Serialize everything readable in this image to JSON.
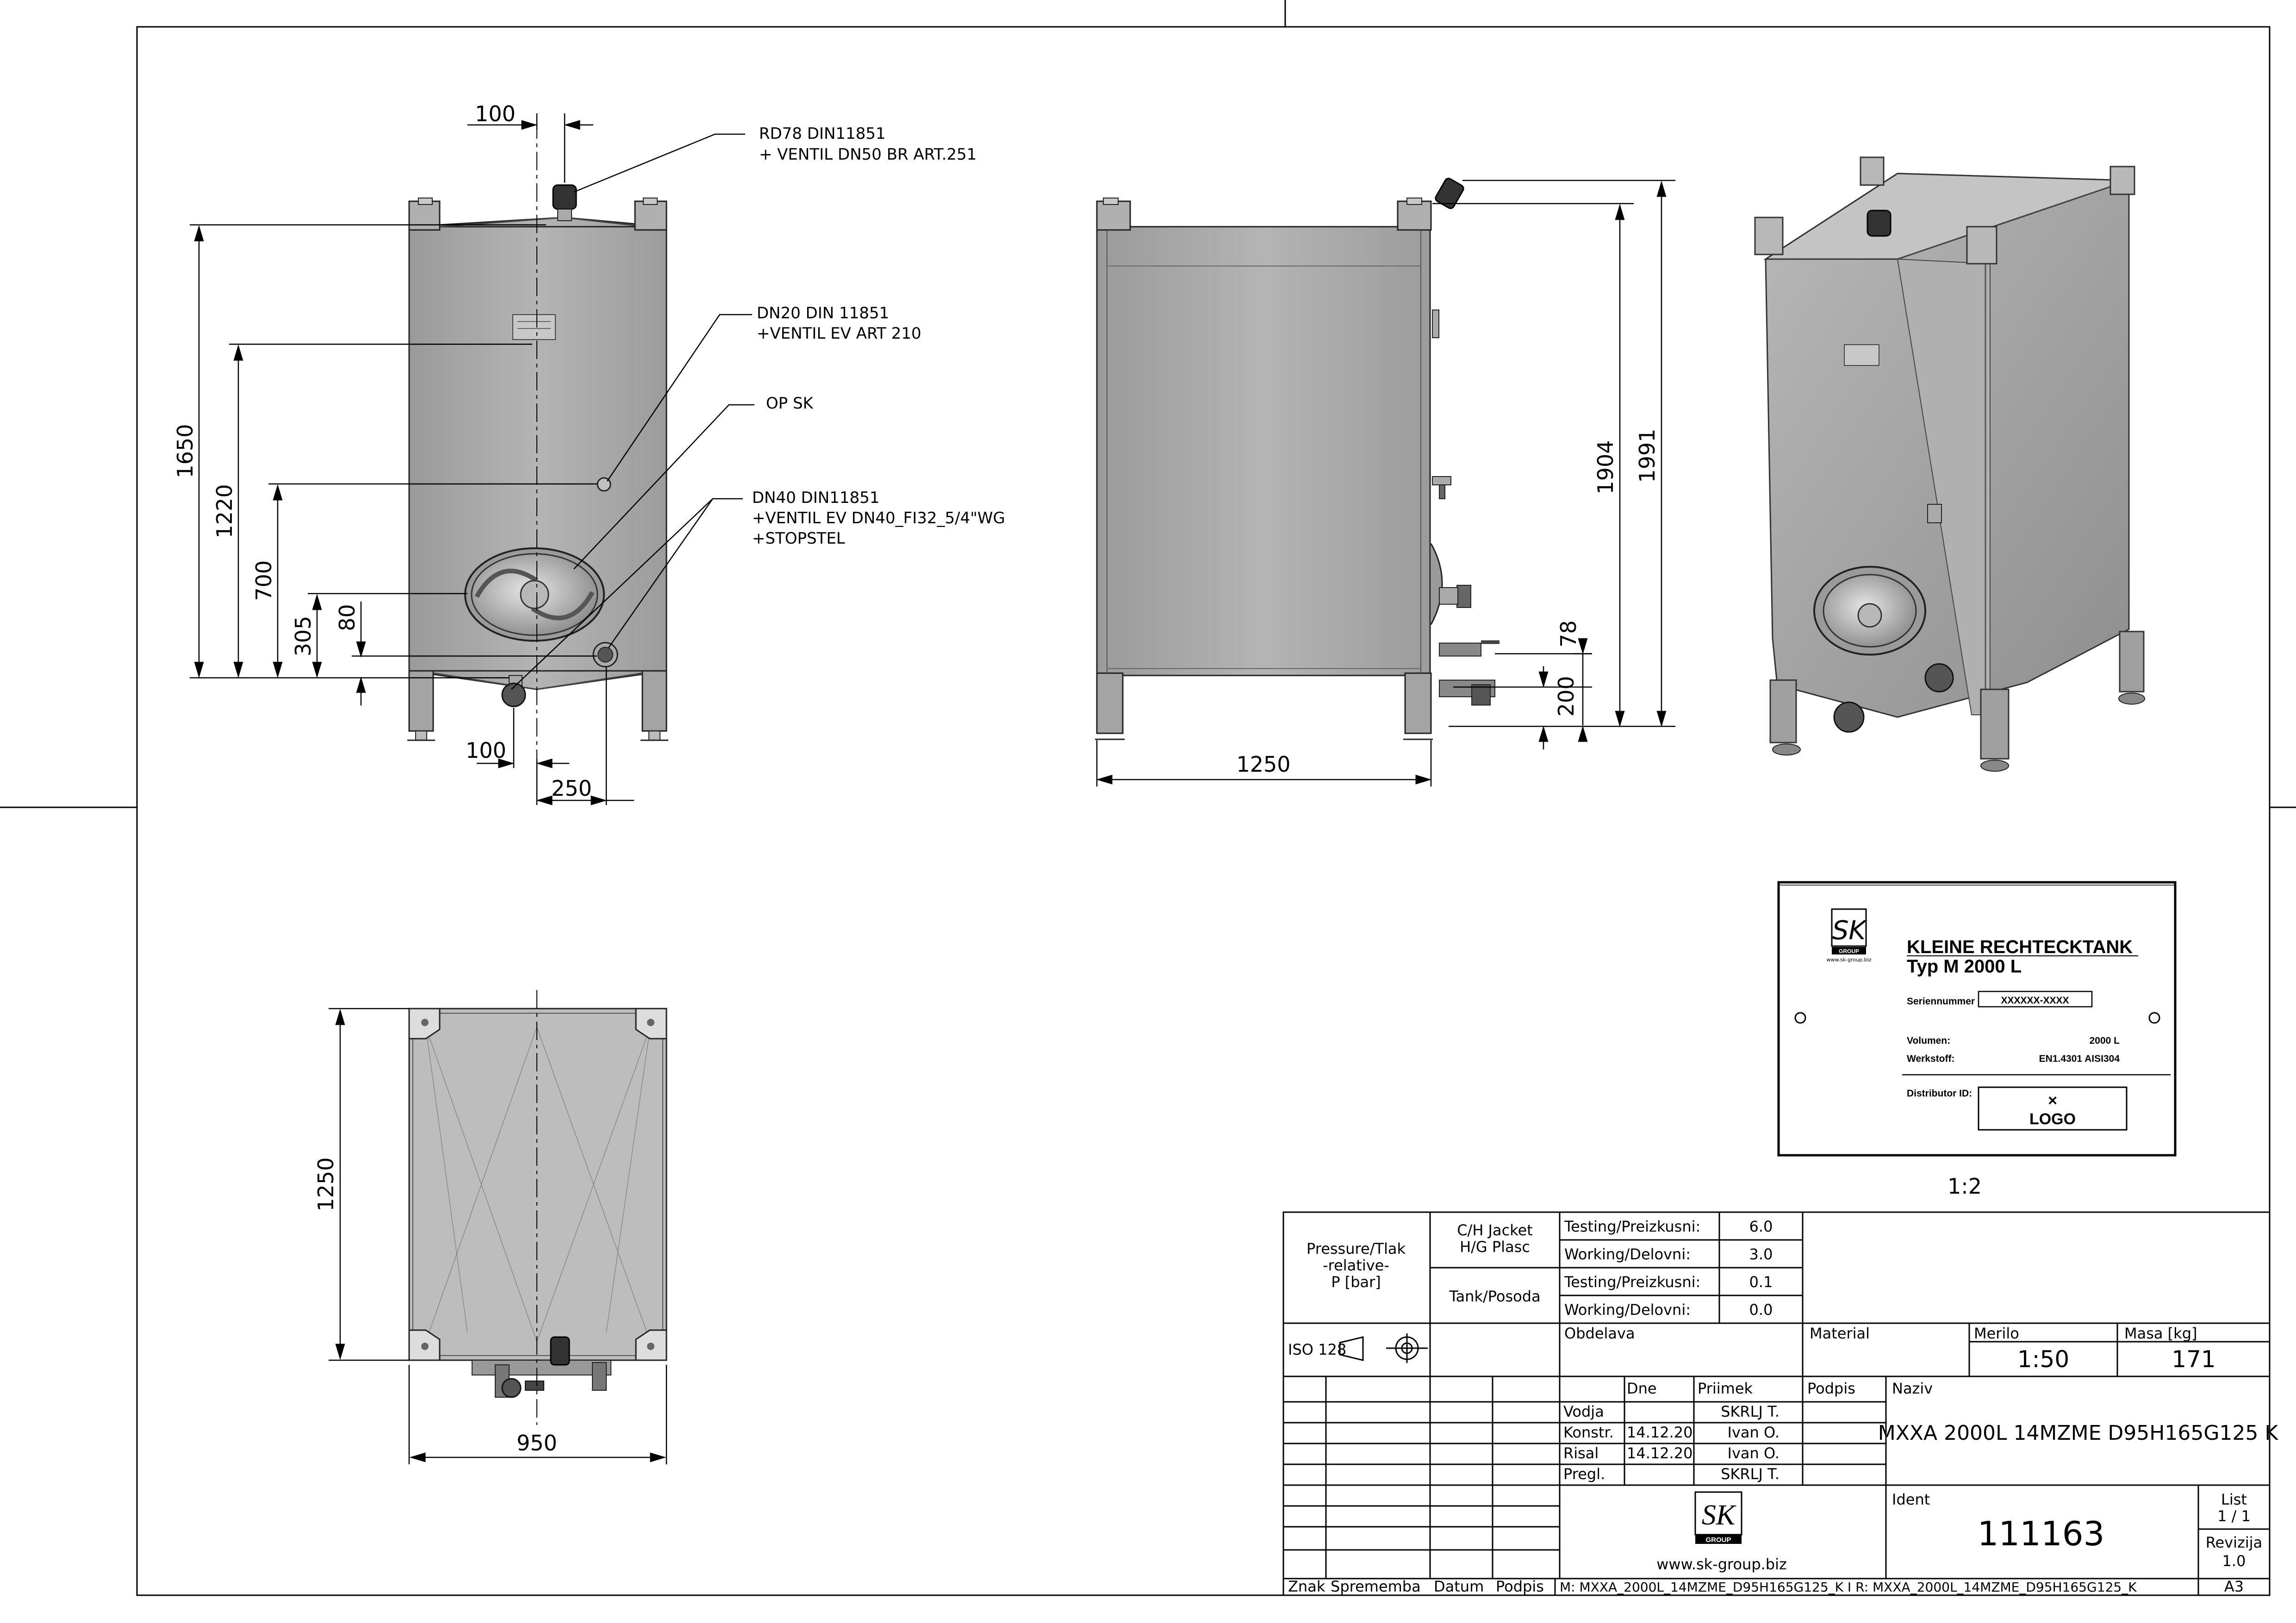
{
  "front_view": {
    "callouts": {
      "rd78": [
        "RD78 DIN11851",
        "+ VENTIL DN50 BR ART.251"
      ],
      "dn20": [
        "DN20 DIN 11851",
        "+VENTIL EV ART 210"
      ],
      "op": [
        "OP SK"
      ],
      "dn40": [
        "DN40 DIN11851",
        "+VENTIL EV DN40_FI32_5/4\"WG",
        "+STOPSTEL"
      ]
    },
    "dims": {
      "top_offset": "100",
      "h_1650": "1650",
      "h_1220": "1220",
      "h_700": "700",
      "h_305": "305",
      "h_80": "80",
      "bottom_100": "100",
      "bottom_250": "250"
    }
  },
  "side_view": {
    "dims": {
      "width": "1250",
      "h_1904": "1904",
      "h_1991": "1991",
      "h_78": "78",
      "h_200": "200"
    }
  },
  "top_view": {
    "dims": {
      "depth": "1250",
      "width": "950"
    }
  },
  "nameplate": {
    "brand": "SK",
    "brand_sub": "GROUP",
    "brand_url": "www.sk-group.biz",
    "title": "KLEINE RECHTECKTANK",
    "subtitle": "Typ M 2000 L",
    "serial_label": "Seriennummer",
    "serial_value": "XXXXXX-XXXX",
    "volume_label": "Volumen:",
    "volume_value": "2000 L",
    "material_label": "Werkstoff:",
    "material_value": "EN1.4301 AISI304",
    "distributor_label": "Distributor ID:",
    "logo_x": "×",
    "logo_text": "LOGO",
    "scale": "1:2"
  },
  "title_block": {
    "pressure_label": [
      "Pressure/Tlak",
      "-relative-",
      "P [bar]"
    ],
    "jacket_label": [
      "C/H Jacket",
      "H/G Plasc"
    ],
    "tank_label": "Tank/Posoda",
    "rows": [
      {
        "label": "Testing/Preizkusni:",
        "value": "6.0"
      },
      {
        "label": "Working/Delovni:",
        "value": "3.0"
      },
      {
        "label": "Testing/Preizkusni:",
        "value": "0.1"
      },
      {
        "label": "Working/Delovni:",
        "value": "0.0"
      }
    ],
    "iso": "ISO 128",
    "obdelava": "Obdelava",
    "material": "Material",
    "merilo_label": "Merilo",
    "merilo_value": "1:50",
    "masa_label": "Masa [kg]",
    "masa_value": "171",
    "dne": "Dne",
    "priimek": "Priimek",
    "podpis": "Podpis",
    "naziv_label": "Naziv",
    "naziv_value": "MXXA 2000L 14MZME D95H165G125 K",
    "staff": [
      {
        "role": "Vodja",
        "date": "",
        "name": "SKRLJ T."
      },
      {
        "role": "Konstr.",
        "date": "14.12.20",
        "name": "Ivan O."
      },
      {
        "role": "Risal",
        "date": "14.12.20",
        "name": "Ivan O."
      },
      {
        "role": "Pregl.",
        "date": "",
        "name": "SKRLJ T."
      }
    ],
    "ident_label": "Ident",
    "ident_value": "111163",
    "list_label": "List",
    "list_value": "1 / 1",
    "revizija_label": "Revizija",
    "revizija_value": "1.0",
    "logo_url": "www.sk-group.biz",
    "footer": {
      "znak": "Znak",
      "sprememba": "Sprememba",
      "datum": "Datum",
      "podpis": "Podpis",
      "file": "M: MXXA_2000L_14MZME_D95H165G125_K I R: MXXA_2000L_14MZME_D95H165G125_K",
      "format": "A3"
    }
  }
}
